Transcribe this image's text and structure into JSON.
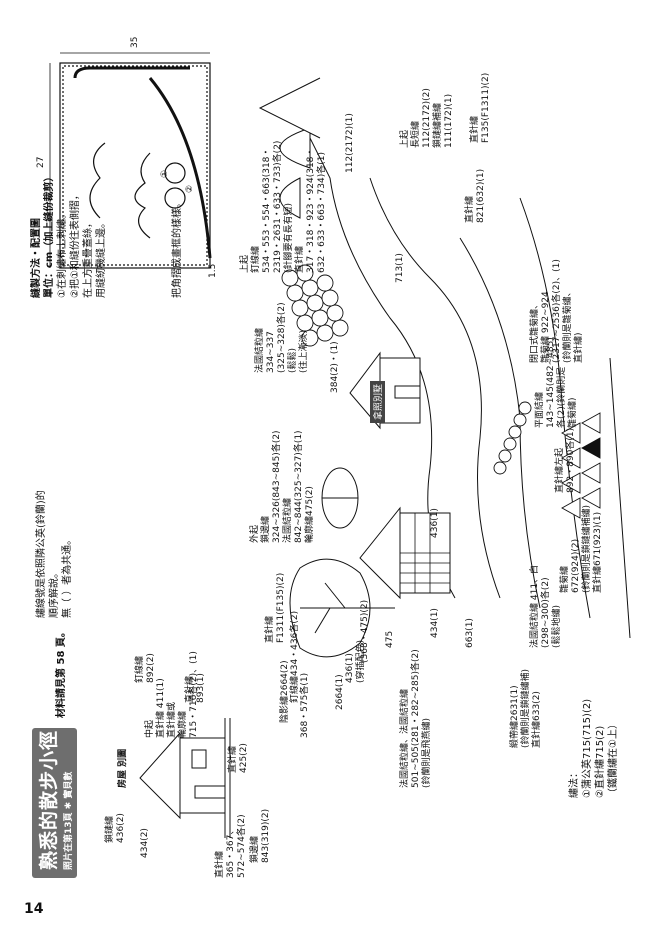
{
  "page": {
    "number": "14"
  },
  "header": {
    "title": "熟悉的散步小徑",
    "subtitle": "照片在第13頁 ✱ 實貝數",
    "see_page": "材料請見第 58 頁。"
  },
  "notes": {
    "line1": "繡線號是依照隣公英(鈴蘭)的",
    "line2": "順序解說。",
    "line3": "無（ ）者為共通。"
  },
  "method": {
    "heading": "縫製方法・配置圖",
    "unit": "單位：cm（加上縫份裁剪）",
    "step1": "①在刺繡布上刺繡。",
    "step2": "②把①和縫份往表側摺，\n在上方重疊蓋絲，\n用縫紉機縫上邊。",
    "outline_note": "把角摺成畫框的樣樣。",
    "dim_width": "27",
    "dim_height": "35",
    "dim_margin": "1.5",
    "marker1": "①",
    "marker2": "②"
  },
  "scheme": {
    "heading": "繡法：",
    "item1": "①蒲公英715(715)(2)",
    "item2": "②直針繡715(2)",
    "item3": "（鐵蘭繡在①上）"
  },
  "house_diagram": {
    "title": "房屋 別圖",
    "labels": [
      "鎖鏈繡\n436(2)",
      "434(2)",
      "直針繡\n365・367、\n572~574各(2)",
      "鎖邊繡\n843(319)(2)",
      "直針繡\n425(2)",
      "中起\n直針繡 411(1)\n直針繡或\n輪廓繡\n715・716各(2)、(1)",
      "直針繡\n893(1)",
      "釘線繡\n892(2)"
    ]
  },
  "labels": {
    "tree_left": "直針繡\nF1311(F135)(2)",
    "tree_left2": "外起\n鎖邊繡\n324~326(843~845)各(2)\n法國結粒繡\n842~844(325~327)各(1)\n輪廓繡475(2)",
    "n436": "436(1)",
    "n475": "475",
    "n368": "(368・475)(2)",
    "n434": "434(1)",
    "n663": "663(1)",
    "n436b": "436(1)\n(穿插配色)",
    "fence": "釘線繡434・436各(2)",
    "shadow": "陰影繡2664(2)",
    "n2664": "2664(1)",
    "n368b": "368・575各(1)",
    "knots": "法國結粒繡、法國結粒繡\n501~505(281・282~285)各(2)\n(鈴蘭則是飛燕繡)",
    "satin": "緞帶繡2631(1)\n(鈴蘭則是鎖鏈繡補)\n直針繡633(2)",
    "knot_mid": "法國結粒繡 411、白\n(298~300)各(2)\n(鬆鬆地繡)",
    "petal": "雛菊繡\n672(924)(2)\n(鈴蘭則是鎖鏈繡補繡)\n直針繡671(923)(1)",
    "straight_bottom": "直針繡左起\n892・890各(1)",
    "flat": "平面結繡\n143~145(482~485)\n各(2)(鈴蘭則是\n雛菊繡)",
    "daisy": "閉口式雛菊繡、\n雛菊繡 922~924\n(2317~2536)各(2)、(1)\n(鈴蘭則是雛菊繡、\n直針繡)",
    "house_label": "拿照別墅",
    "n384": "384(2)・(1)",
    "n713": "713(1)",
    "knot_top": "法國結粒繡\n334~337\n(325~328)各(2)\n(鬆鬆)\n(往上漸淡)",
    "top_mid": "上起\n釘線繡\n534・553・554・663(318・\n2319・2631・633・733)各(2)\n(針腳要有長有短)\n直針繡\n317・318・923・924(318・\n632・633・663・734)各(1)",
    "n821": "直針繡\n821(632)(1)",
    "n112": "112(2172)(1)",
    "top_right": "上起\n長短繡\n112(2172)(2)\n鎖鏈繡補繡\n111(172)(1)",
    "f135": "直針繡\nF135(F1311)(2)"
  }
}
